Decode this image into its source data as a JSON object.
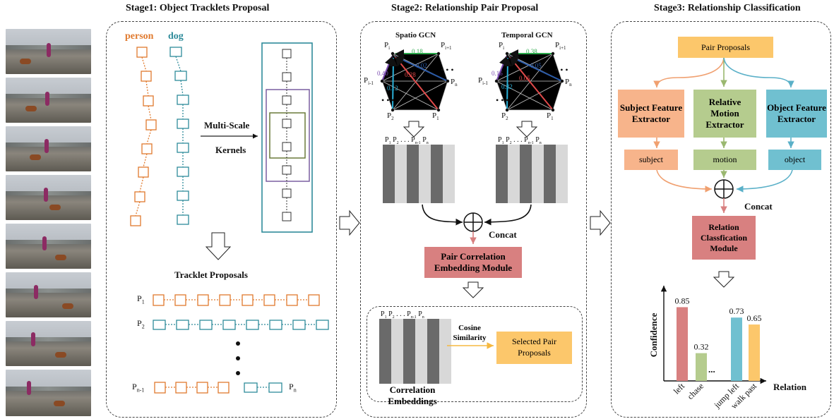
{
  "stage1": {
    "title": "Stage1: Object Tracklets Proposal",
    "person_label": "person",
    "dog_label": "dog",
    "multiscale_label": "Multi-Scale",
    "kernels_label": "Kernels",
    "tracklet_proposals_label": "Tracklet Proposals",
    "p1_label": "P",
    "p1_sub": "1",
    "p2_label": "P",
    "p2_sub": "2",
    "pn1_label": "P",
    "pn1_sub": "n-1",
    "pn_label": "P",
    "pn_sub": "n"
  },
  "stage2": {
    "title": "Stage2: Relationship Pair Proposal",
    "spatio_gcn": "Spatio GCN",
    "temporal_gcn": "Temporal GCN",
    "spatio_weights": [
      "0.18",
      "0.40",
      "0.02",
      "0.28",
      "0.12"
    ],
    "temporal_weights": [
      "0.38",
      "0.16",
      "0.05",
      "0.05",
      "0.32"
    ],
    "concat_label": "Concat",
    "pair_module": "Pair Correlation Embedding Module",
    "cosine_label": "Cosine Similarity",
    "selected_label": "Selected Pair Proposals",
    "corr_label": "Correlation Embeddings"
  },
  "stage3": {
    "title": "Stage3: Relationship Classification",
    "pair_proposals": "Pair Proposals",
    "subject_extractor": "Subject Feature Extractor",
    "motion_extractor": "Relative Motion Extractor",
    "object_extractor": "Object Feature Extractor",
    "subject": "subject",
    "motion": "motion",
    "object": "object",
    "concat_label": "Concat",
    "relation_module": "Relation Classfication Module",
    "ylabel": "Confidence",
    "xlabel": "Relation"
  },
  "colors": {
    "orange": "#e07a2e",
    "teal": "#2e8b9a",
    "pink_box": "#d88080",
    "yellow_box": "#fcc76b",
    "sub_box": "#f7b48b",
    "mot_box": "#b5cc8e",
    "obj_box": "#70c0d0"
  },
  "chart_data": {
    "type": "bar",
    "categories": [
      "left",
      "chase",
      "jump left",
      "walk past"
    ],
    "values": [
      0.85,
      0.32,
      0.73,
      0.65
    ],
    "value_labels": [
      "0.85",
      "0.32",
      "0.73",
      "0.65"
    ],
    "ellipsis": "...",
    "colors": [
      "#d88080",
      "#b5cc8e",
      "#70c0d0",
      "#fcc76b"
    ],
    "xlabel": "Relation",
    "ylabel": "Confidence",
    "ylim": [
      0,
      1
    ]
  }
}
